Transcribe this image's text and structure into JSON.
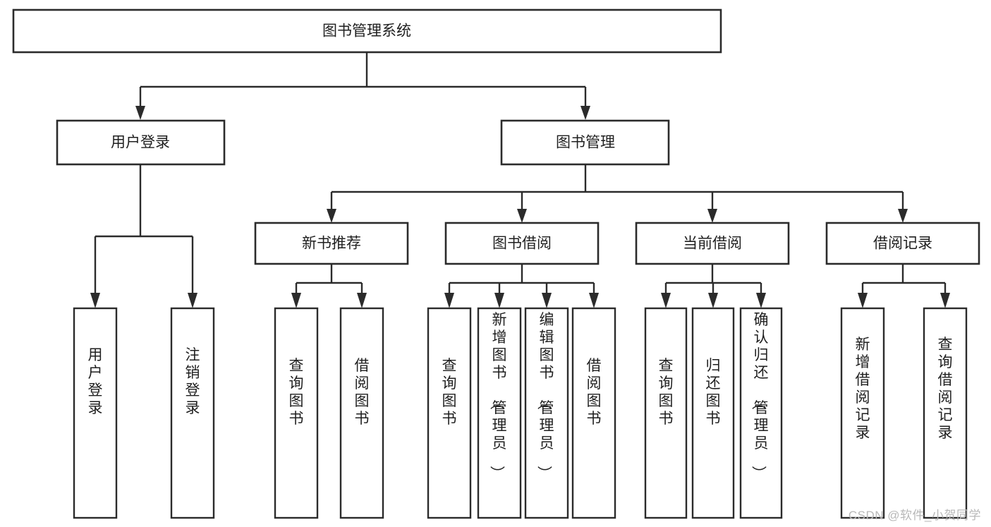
{
  "diagram": {
    "type": "tree-hierarchy-chart",
    "title": "图书管理系统",
    "watermark": "CSDN @软件_小贺同学",
    "colors": {
      "box_fill": "#ffffff",
      "box_stroke": "#2b2b2b",
      "text": "#1f1f1f",
      "background": "#ffffff",
      "watermark": "#b8b8b8"
    },
    "levels": {
      "root": {
        "label": "图书管理系统"
      },
      "level2": [
        {
          "id": "user-login",
          "label": "用户登录"
        },
        {
          "id": "book-management",
          "label": "图书管理"
        }
      ],
      "level3": [
        {
          "id": "new-book-recommend",
          "label": "新书推荐",
          "parent": "book-management"
        },
        {
          "id": "book-borrow",
          "label": "图书借阅",
          "parent": "book-management"
        },
        {
          "id": "current-borrow",
          "label": "当前借阅",
          "parent": "book-management"
        },
        {
          "id": "borrow-record",
          "label": "借阅记录",
          "parent": "book-management"
        }
      ],
      "leaves": [
        {
          "id": "leaf-user-login",
          "label": "用户登录",
          "parent": "user-login"
        },
        {
          "id": "leaf-logout",
          "label": "注销登录",
          "parent": "user-login"
        },
        {
          "id": "leaf-query-book-1",
          "label": "查询图书",
          "parent": "new-book-recommend"
        },
        {
          "id": "leaf-borrow-book-1",
          "label": "借阅图书",
          "parent": "new-book-recommend"
        },
        {
          "id": "leaf-query-book-2",
          "label": "查询图书",
          "parent": "book-borrow"
        },
        {
          "id": "leaf-add-book",
          "label": "新增图书（管理员）",
          "parent": "book-borrow"
        },
        {
          "id": "leaf-edit-book",
          "label": "编辑图书（管理员）",
          "parent": "book-borrow"
        },
        {
          "id": "leaf-borrow-book-2",
          "label": "借阅图书",
          "parent": "book-borrow"
        },
        {
          "id": "leaf-query-book-3",
          "label": "查询图书",
          "parent": "current-borrow"
        },
        {
          "id": "leaf-return-book",
          "label": "归还图书",
          "parent": "current-borrow"
        },
        {
          "id": "leaf-confirm-return",
          "label": "确认归还（管理员）",
          "parent": "current-borrow"
        },
        {
          "id": "leaf-add-record",
          "label": "新增借阅记录",
          "parent": "borrow-record"
        },
        {
          "id": "leaf-query-record",
          "label": "查询借阅记录",
          "parent": "borrow-record"
        }
      ]
    }
  }
}
